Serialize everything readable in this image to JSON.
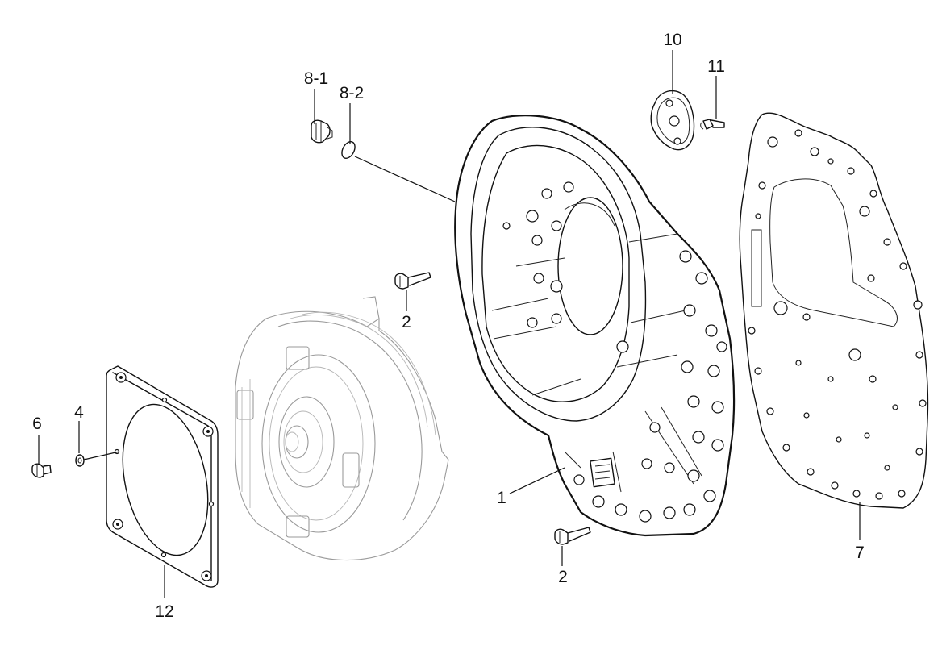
{
  "callouts": [
    {
      "id": "c-10",
      "text": "10"
    },
    {
      "id": "c-11",
      "text": "11"
    },
    {
      "id": "c-8-1",
      "text": "8-1"
    },
    {
      "id": "c-8-2",
      "text": "8-2"
    },
    {
      "id": "c-2a",
      "text": "2"
    },
    {
      "id": "c-6",
      "text": "6"
    },
    {
      "id": "c-4",
      "text": "4"
    },
    {
      "id": "c-1",
      "text": "1"
    },
    {
      "id": "c-2b",
      "text": "2"
    },
    {
      "id": "c-7",
      "text": "7"
    },
    {
      "id": "c-12",
      "text": "12"
    }
  ],
  "colors": {
    "ink": "#111111",
    "ghost": "#9a9a9a",
    "background": "#ffffff"
  }
}
